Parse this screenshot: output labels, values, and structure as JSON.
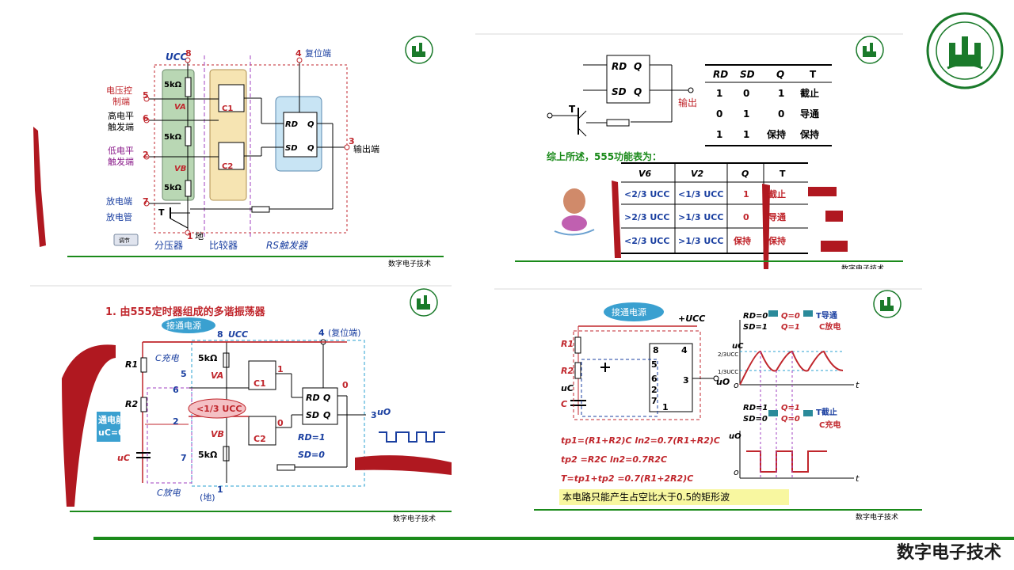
{
  "course_title": "数字电子技术",
  "slide_footer": "数字电子技术",
  "slide1": {
    "ucc": "UCC",
    "pin8": "8",
    "pin4": "4",
    "reset_label": "复位端",
    "pin5": "5",
    "ctrl_label_1": "电压控",
    "ctrl_label_2": "制端",
    "pin6": "6",
    "high_label_1": "高电平",
    "high_label_2": "触发端",
    "pin2": "2",
    "low_label_1": "低电平",
    "low_label_2": "触发端",
    "pin7": "7",
    "discharge_label": "放电端",
    "discharge_tube": "放电管",
    "transistor": "T",
    "pin1": "1",
    "ground": "地",
    "pin3": "3",
    "output_label": "输出端",
    "resistor": "5kΩ",
    "va": "VA",
    "vb": "VB",
    "c1": "C1",
    "c2": "C2",
    "rd": "RD",
    "sd": "SD",
    "q": "Q",
    "qbar": "Q",
    "divider": "分压器",
    "comparator": "比较器",
    "rs_ff": "RS触发器",
    "button": "调节"
  },
  "slide2": {
    "output": "输出",
    "transistor": "T",
    "table1_headers": [
      "RD",
      "SD",
      "Q",
      "T"
    ],
    "table1_rows": [
      [
        "1",
        "0",
        "1",
        "截止"
      ],
      [
        "0",
        "1",
        "0",
        "导通"
      ],
      [
        "1",
        "1",
        "保持",
        "保持"
      ]
    ],
    "summary": "综上所述，555功能表为：",
    "table2_headers": [
      "V6",
      "V2",
      "Q",
      "T"
    ],
    "table2_rows": [
      [
        "<2/3 UCC",
        "<1/3 UCC",
        "1",
        "截止"
      ],
      [
        ">2/3 UCC",
        ">1/3 UCC",
        "0",
        "导通"
      ],
      [
        "<2/3 UCC",
        ">1/3 UCC",
        "保持",
        "保持"
      ]
    ]
  },
  "slide3": {
    "title": "1. 由555定时器组成的多谐振荡器",
    "power": "接通电源",
    "pin8": "8",
    "ucc": "UCC",
    "pin4": "4",
    "reset": "(复位端)",
    "c_charge": "C充电",
    "r1": "R1",
    "r2": "R2",
    "resistor": "5kΩ",
    "pin5": "5",
    "pin6": "6",
    "pin2": "2",
    "pin7": "7",
    "pin1": "1",
    "pin3": "3",
    "va": "VA",
    "vb": "VB",
    "c1": "C1",
    "c2": "C2",
    "out1": "1",
    "out0": "0",
    "q0": "0",
    "bubble": "<1/3 UCC",
    "before_power_1": "通电前",
    "before_power_2": "uC=0",
    "uc": "uC",
    "rd1": "RD=1",
    "sd0": "SD=0",
    "discharge": "C放电",
    "ground": "(地)",
    "uo": "uO"
  },
  "slide4": {
    "power": "接通电源",
    "ucc": "+UCC",
    "r1": "R1",
    "r2": "R2",
    "uc": "uC",
    "c": "C",
    "pins": [
      "8",
      "4",
      "5",
      "6",
      "2",
      "7",
      "1",
      "3"
    ],
    "uo": "uO",
    "state1_rd": "RD=0",
    "state1_sd": "SD=1",
    "state1_q": "Q=0",
    "state1_qbar": "Q=1",
    "state1_t": "T导通",
    "state1_c": "C放电",
    "state2_rd": "RD=1",
    "state2_sd": "SD=0",
    "state2_q": "Q=1",
    "state2_qbar": "Q=0",
    "state2_t": "T截止",
    "state2_c": "C充电",
    "level_23": "2/3UCC",
    "level_13": "1/3UCC",
    "axis_uc": "uC",
    "axis_uo": "uO",
    "axis_t": "t",
    "origin": "o",
    "formula1": "tp1=(R1+R2)C ln2=0.7(R1+R2)C",
    "formula2": "tp2 =R2C ln2=0.7R2C",
    "formula3": "T=tp1+tp2  =0.7(R1+2R2)C",
    "note": "本电路只能产生占空比大于0.5的矩形波"
  },
  "colors": {
    "accent_green": "#1a8a1a",
    "red": "#c0262c",
    "blue": "#1a3fa0",
    "purple": "#8a1a8a"
  }
}
